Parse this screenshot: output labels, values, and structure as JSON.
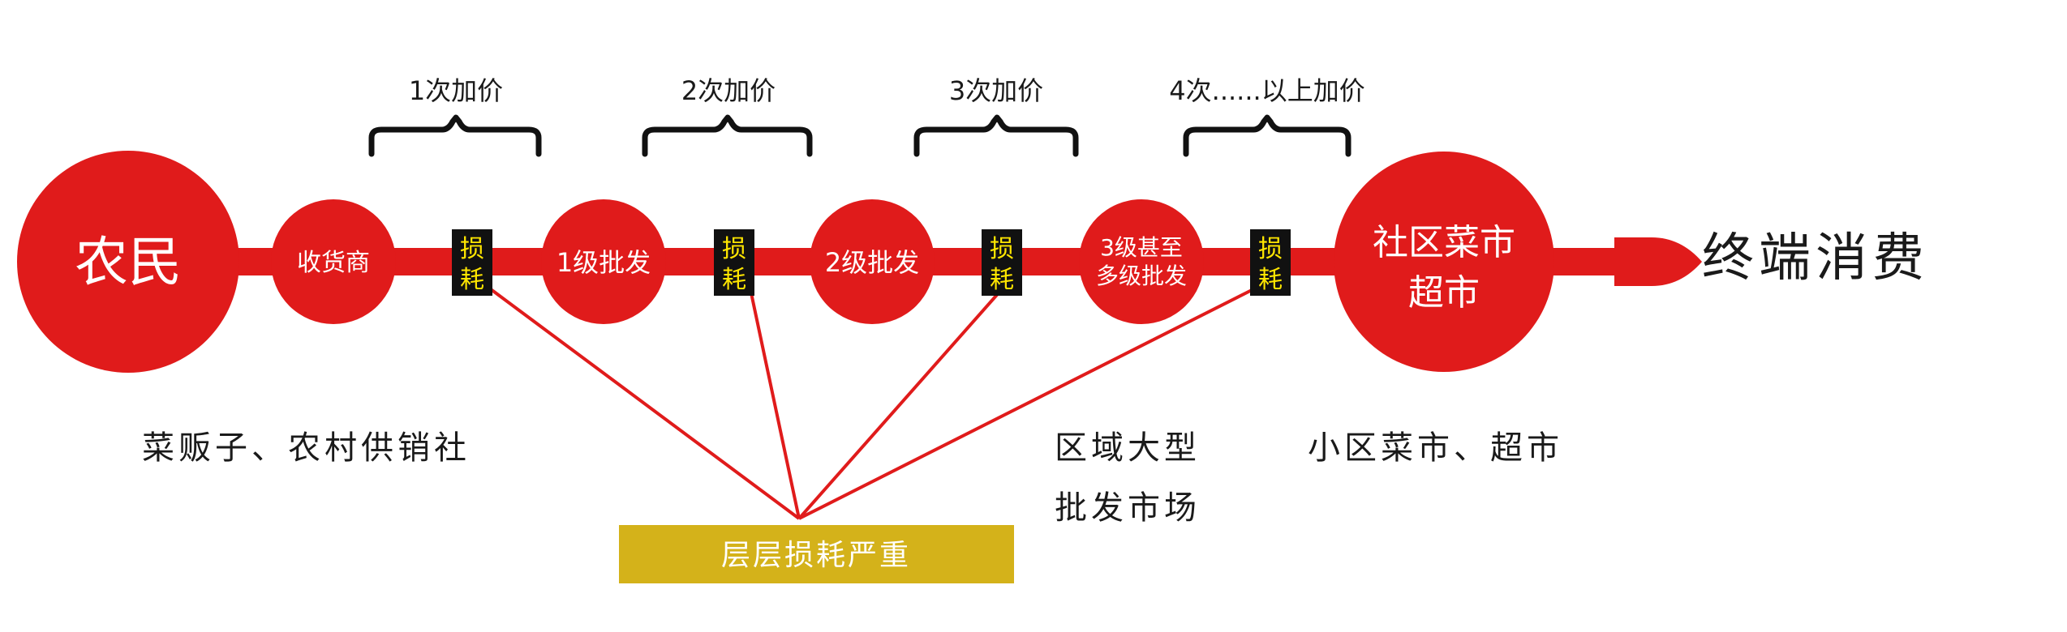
{
  "colors": {
    "red": "#e01b1b",
    "gold": "#d4b21a",
    "loss_box": "#111111",
    "loss_text": "#ffe600",
    "text_dark": "#1a1a1a",
    "text_white": "#ffffff"
  },
  "nodes": {
    "farmer": "农民",
    "receiver": "收货商",
    "wholesale_1": "1级批发",
    "wholesale_2": "2级批发",
    "wholesale_3_line1": "3级甚至",
    "wholesale_3_line2": "多级批发",
    "community_line1": "社区菜市",
    "community_line2": "超市"
  },
  "loss_tag": {
    "line1": "损",
    "line2": "耗"
  },
  "markups": [
    "1次加价",
    "2次加价",
    "3次加价",
    "4次......以上加价"
  ],
  "end_label": "终端消费",
  "notes": {
    "receiver_note": "菜贩子、农村供销社",
    "regional_line1": "区域大型",
    "regional_line2": "批发市场",
    "community_note": "小区菜市、超市"
  },
  "summary_box": "层层损耗严重"
}
